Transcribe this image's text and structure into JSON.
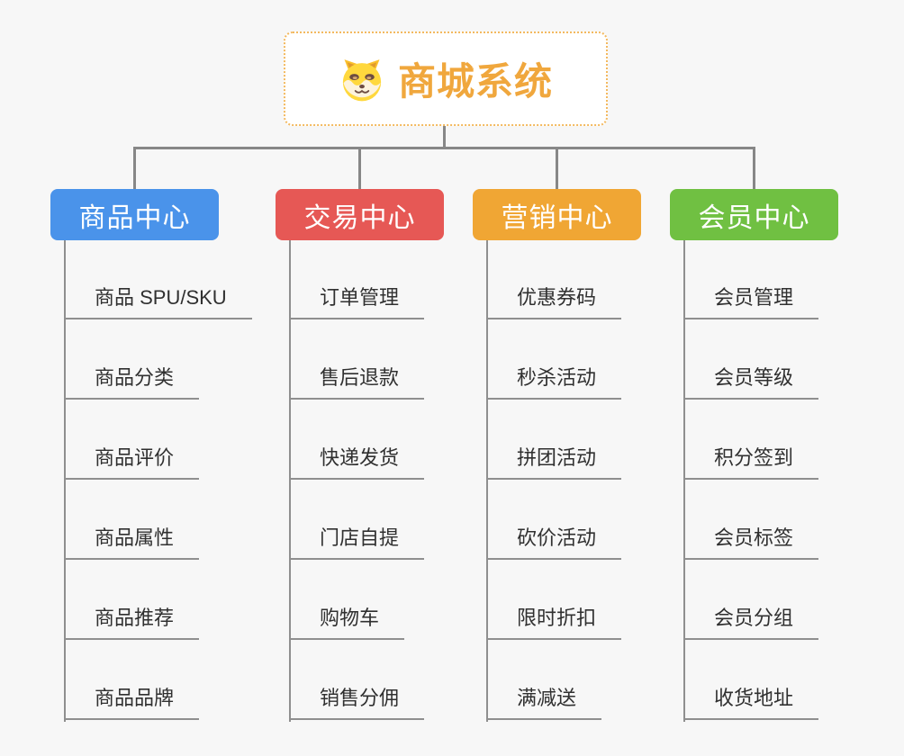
{
  "root": {
    "title": "商城系统",
    "icon": "dog-face-icon",
    "title_color": "#f0a73d",
    "border_color": "#f3b95f"
  },
  "branches": [
    {
      "name": "product-center",
      "label": "商品中心",
      "color": "#4a93ea",
      "children": [
        "商品 SPU/SKU",
        "商品分类",
        "商品评价",
        "商品属性",
        "商品推荐",
        "商品品牌"
      ]
    },
    {
      "name": "trade-center",
      "label": "交易中心",
      "color": "#e65855",
      "children": [
        "订单管理",
        "售后退款",
        "快递发货",
        "门店自提",
        "购物车",
        "销售分佣"
      ]
    },
    {
      "name": "marketing-center",
      "label": "营销中心",
      "color": "#f0a634",
      "children": [
        "优惠券码",
        "秒杀活动",
        "拼团活动",
        "砍价活动",
        "限时折扣",
        "满减送"
      ]
    },
    {
      "name": "member-center",
      "label": "会员中心",
      "color": "#70c042",
      "children": [
        "会员管理",
        "会员等级",
        "积分签到",
        "会员标签",
        "会员分组",
        "收货地址"
      ]
    }
  ],
  "colors": {
    "connector": "#878787",
    "underline": "#8f8f8f",
    "background": "#f7f7f7"
  }
}
